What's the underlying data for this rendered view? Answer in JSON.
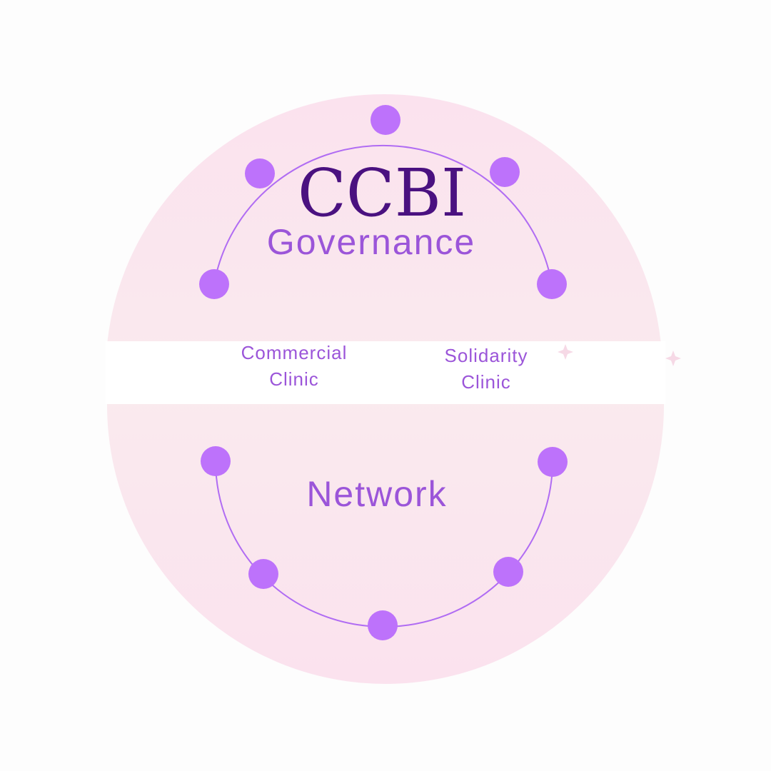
{
  "title": "CCBI",
  "top_label": "Governance",
  "bottom_label": "Network",
  "left_label": [
    "Commercial",
    "Clinic"
  ],
  "right_label": [
    "Solidarity",
    "Clinic"
  ],
  "colors": {
    "title": "#4a1180",
    "label": "#9b55d9",
    "node": "#bd72fb",
    "arc": "#b06cf3",
    "disc_top": "#fbe3ed",
    "disc_middle": "#f9f1ef",
    "band": "#ffffff",
    "background": "#fdfdfd"
  }
}
